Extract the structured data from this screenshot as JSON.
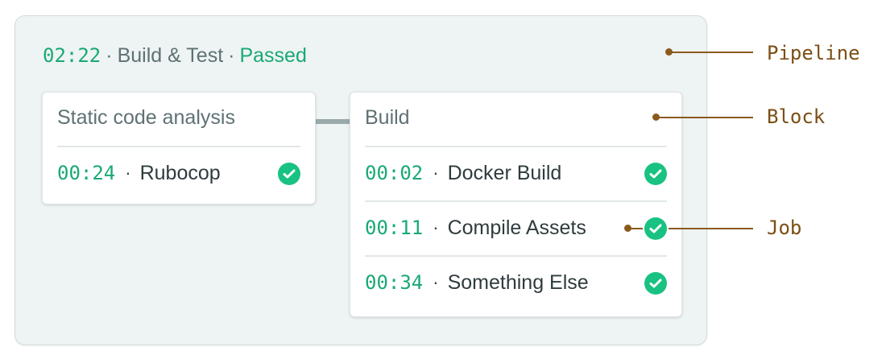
{
  "pipeline": {
    "duration": "02:22",
    "separator": "·",
    "name": "Build & Test",
    "status": "Passed"
  },
  "blocks": [
    {
      "title": "Static code analysis",
      "jobs": [
        {
          "time": "00:24",
          "separator": "·",
          "name": "Rubocop",
          "status_icon": "check-circle-icon"
        }
      ]
    },
    {
      "title": "Build",
      "jobs": [
        {
          "time": "00:02",
          "separator": "·",
          "name": "Docker Build",
          "status_icon": "check-circle-icon"
        },
        {
          "time": "00:11",
          "separator": "·",
          "name": "Compile Assets",
          "status_icon": "check-circle-icon"
        },
        {
          "time": "00:34",
          "separator": "·",
          "name": "Something Else",
          "status_icon": "check-circle-icon"
        }
      ]
    }
  ],
  "annotations": {
    "pipeline": "Pipeline",
    "block": "Block",
    "job": "Job"
  },
  "colors": {
    "passed_green": "#19a974",
    "check_green": "#19c282",
    "muted_text": "#5f7174",
    "annotation_brown": "#8a5a1c",
    "pipeline_bg": "#eef3f3",
    "connector_gray": "#9aa9ab"
  }
}
